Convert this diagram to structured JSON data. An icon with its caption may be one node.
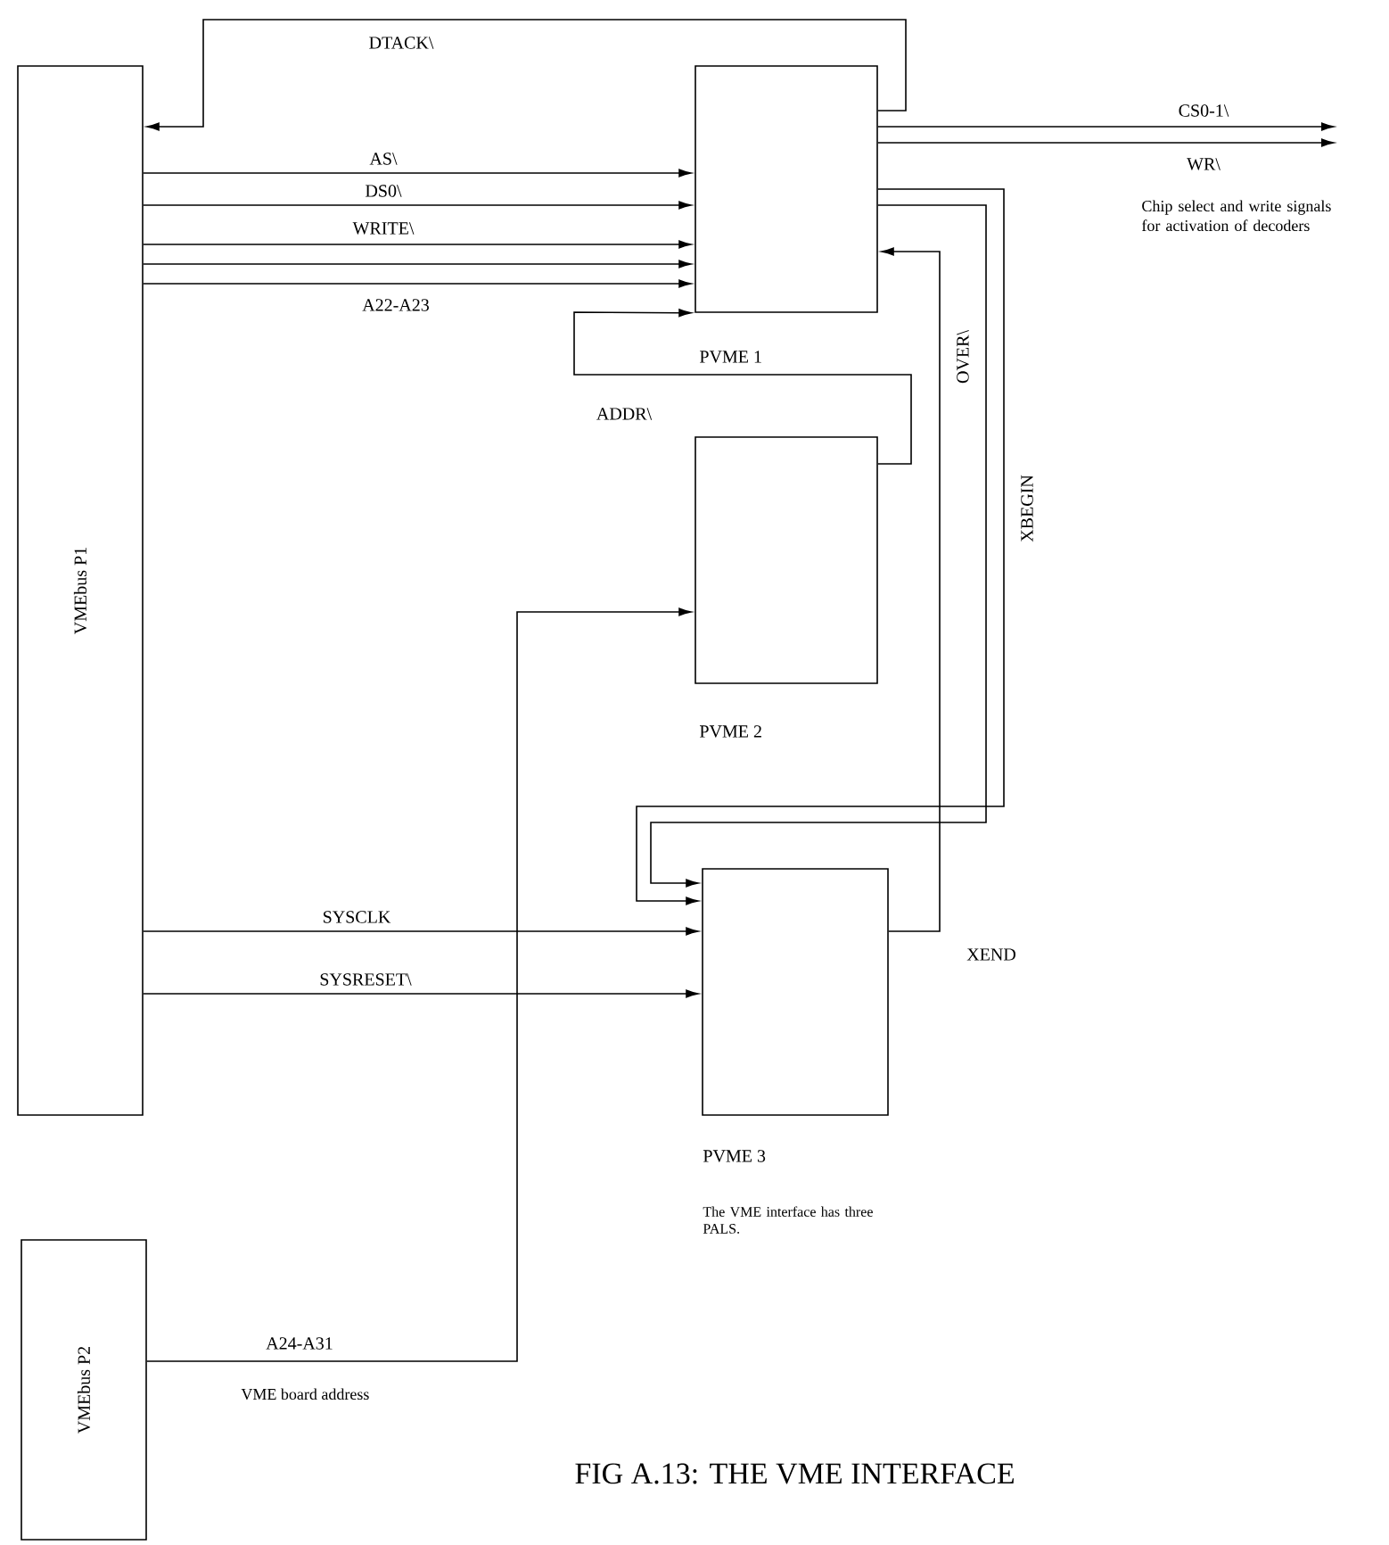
{
  "diagram": {
    "caption": "FIG A.13: THE VME INTERFACE",
    "nodes": [
      {
        "text": [
          "VMEbus P1"
        ]
      },
      {
        "text": [
          "PVME 1"
        ]
      },
      {
        "text": [
          "PVME 2"
        ]
      },
      {
        "text": [
          "PVME 3"
        ]
      },
      {
        "text": [
          "VMEbus P2"
        ]
      }
    ],
    "edges": [
      {
        "from": 1,
        "to": 0,
        "arrow": "to",
        "label": "DTACK\\"
      },
      {
        "from": 0,
        "to": 1,
        "arrow": "to",
        "label": "AS\\"
      },
      {
        "from": 0,
        "to": 1,
        "arrow": "to",
        "label": "DS0\\"
      },
      {
        "from": 0,
        "to": 1,
        "arrow": "to",
        "label": "WRITE\\"
      },
      {
        "from": 0,
        "to": 1,
        "arrow": "to"
      },
      {
        "from": 0,
        "to": 1,
        "arrow": "to",
        "label": "A22-A23"
      },
      {
        "from": 2,
        "to": 1,
        "arrow": "to",
        "label": "ADDR\\"
      },
      {
        "from": 1,
        "to": null,
        "arrow": "to",
        "label": "CS0-1\\"
      },
      {
        "from": 1,
        "to": null,
        "arrow": "to",
        "label": "WR\\"
      },
      {
        "from": 1,
        "to": 3,
        "arrow": "to",
        "label": "OVER\\"
      },
      {
        "from": 1,
        "to": 3,
        "arrow": "to",
        "label": "XBEGIN"
      },
      {
        "from": 3,
        "to": 1,
        "arrow": "to",
        "label": "XEND"
      },
      {
        "from": 0,
        "to": 3,
        "arrow": "to",
        "label": "SYSCLK"
      },
      {
        "from": 0,
        "to": 3,
        "arrow": "to",
        "label": "SYSRESET\\"
      },
      {
        "from": 4,
        "to": 2,
        "arrow": "to",
        "label": "A24-A31"
      }
    ],
    "labels": [
      "Chip select and write signals for activation of decoders",
      "VME board address",
      "The VME interface has three PALS."
    ]
  }
}
